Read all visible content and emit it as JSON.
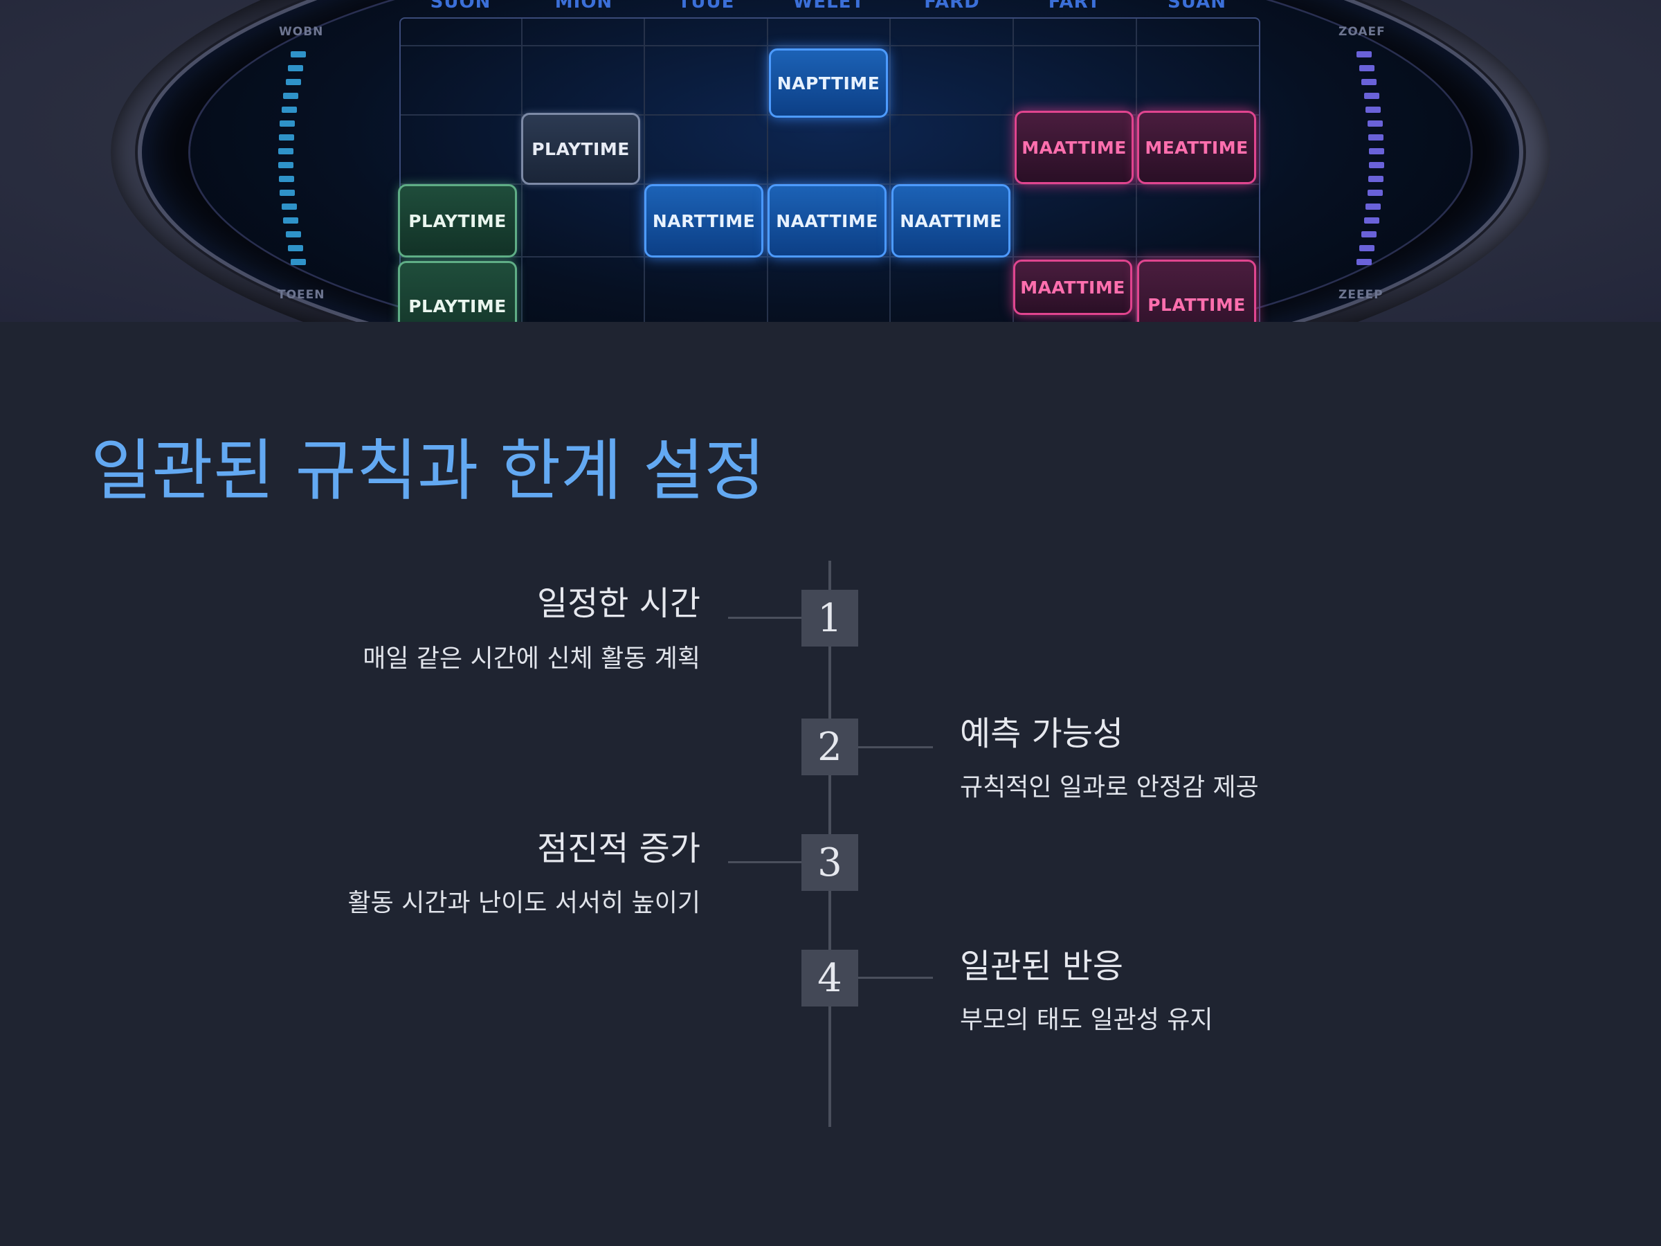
{
  "hero": {
    "days": [
      "SUON",
      "MION",
      "TUUE",
      "WELET",
      "FARD",
      "FART",
      "SUAN"
    ],
    "left_labels": [
      "WOBN",
      "TOEEN"
    ],
    "right_labels": [
      "ZOAEF",
      "ZEEEP"
    ],
    "blocks": [
      {
        "label": "NAPTTIME",
        "color": "blue"
      },
      {
        "label": "PLAYTIME",
        "color": "gray"
      },
      {
        "label": "MAATTIME",
        "color": "pink"
      },
      {
        "label": "MEATTIME",
        "color": "pink"
      },
      {
        "label": "PLAYTIME",
        "color": "green"
      },
      {
        "label": "NARTTIME",
        "color": "blue"
      },
      {
        "label": "NAATTIME",
        "color": "blue"
      },
      {
        "label": "NAATTIME",
        "color": "blue"
      },
      {
        "label": "PLAYTIME",
        "color": "green"
      },
      {
        "label": "MAATTIME",
        "color": "pink"
      },
      {
        "label": "PLATTIME",
        "color": "pink"
      }
    ]
  },
  "title": "일관된 규칙과 한계 설정",
  "timeline": [
    {
      "number": "1",
      "title": "일정한 시간",
      "description": "매일 같은 시간에 신체 활동 계획"
    },
    {
      "number": "2",
      "title": "예측 가능성",
      "description": "규칙적인 일과로 안정감 제공"
    },
    {
      "number": "3",
      "title": "점진적 증가",
      "description": "활동 시간과 난이도 서서히 높이기"
    },
    {
      "number": "4",
      "title": "일관된 반응",
      "description": "부모의 태도 일관성 유지"
    }
  ]
}
